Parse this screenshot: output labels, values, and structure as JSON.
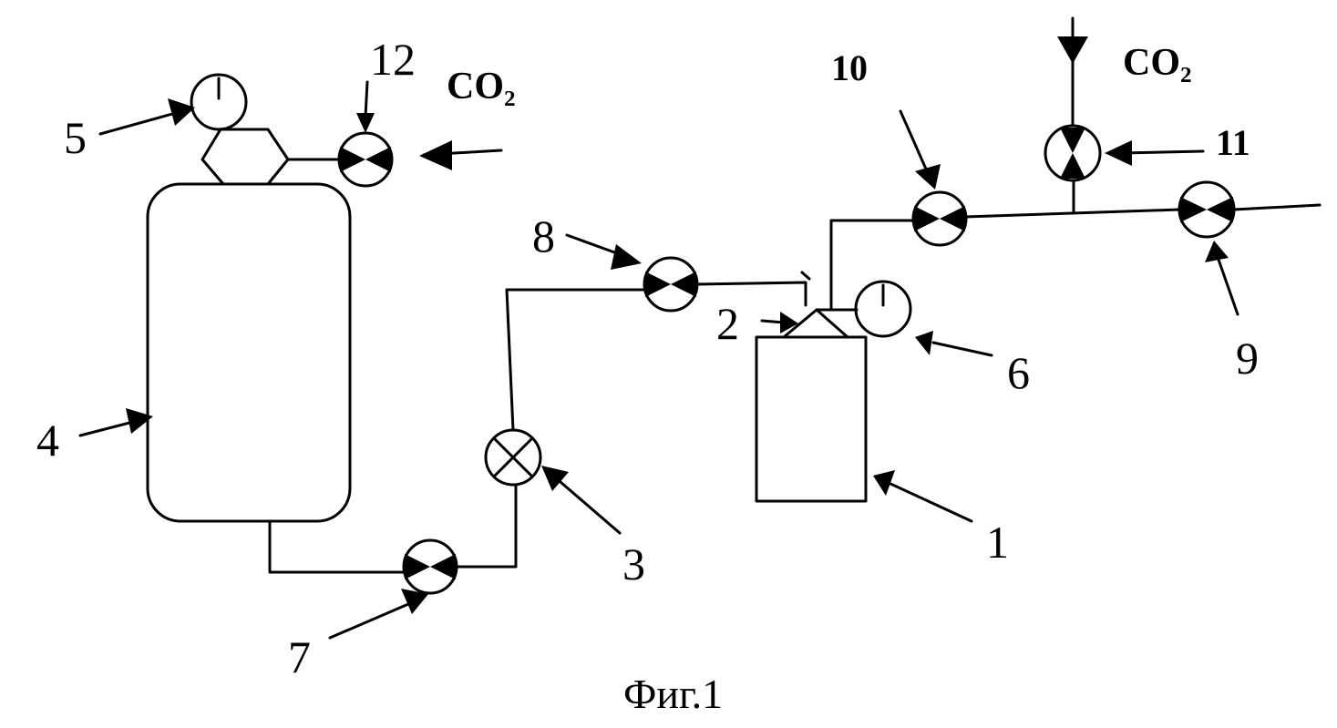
{
  "labels": {
    "l1": "1",
    "l2": "2",
    "l3": "3",
    "l4": "4",
    "l5": "5",
    "l6": "6",
    "l7": "7",
    "l8": "8",
    "l9": "9",
    "l10": "10",
    "l11": "11",
    "l12": "12"
  },
  "gas": {
    "left": "CO₂",
    "right": "CO₂"
  },
  "caption": "Фиг.1"
}
